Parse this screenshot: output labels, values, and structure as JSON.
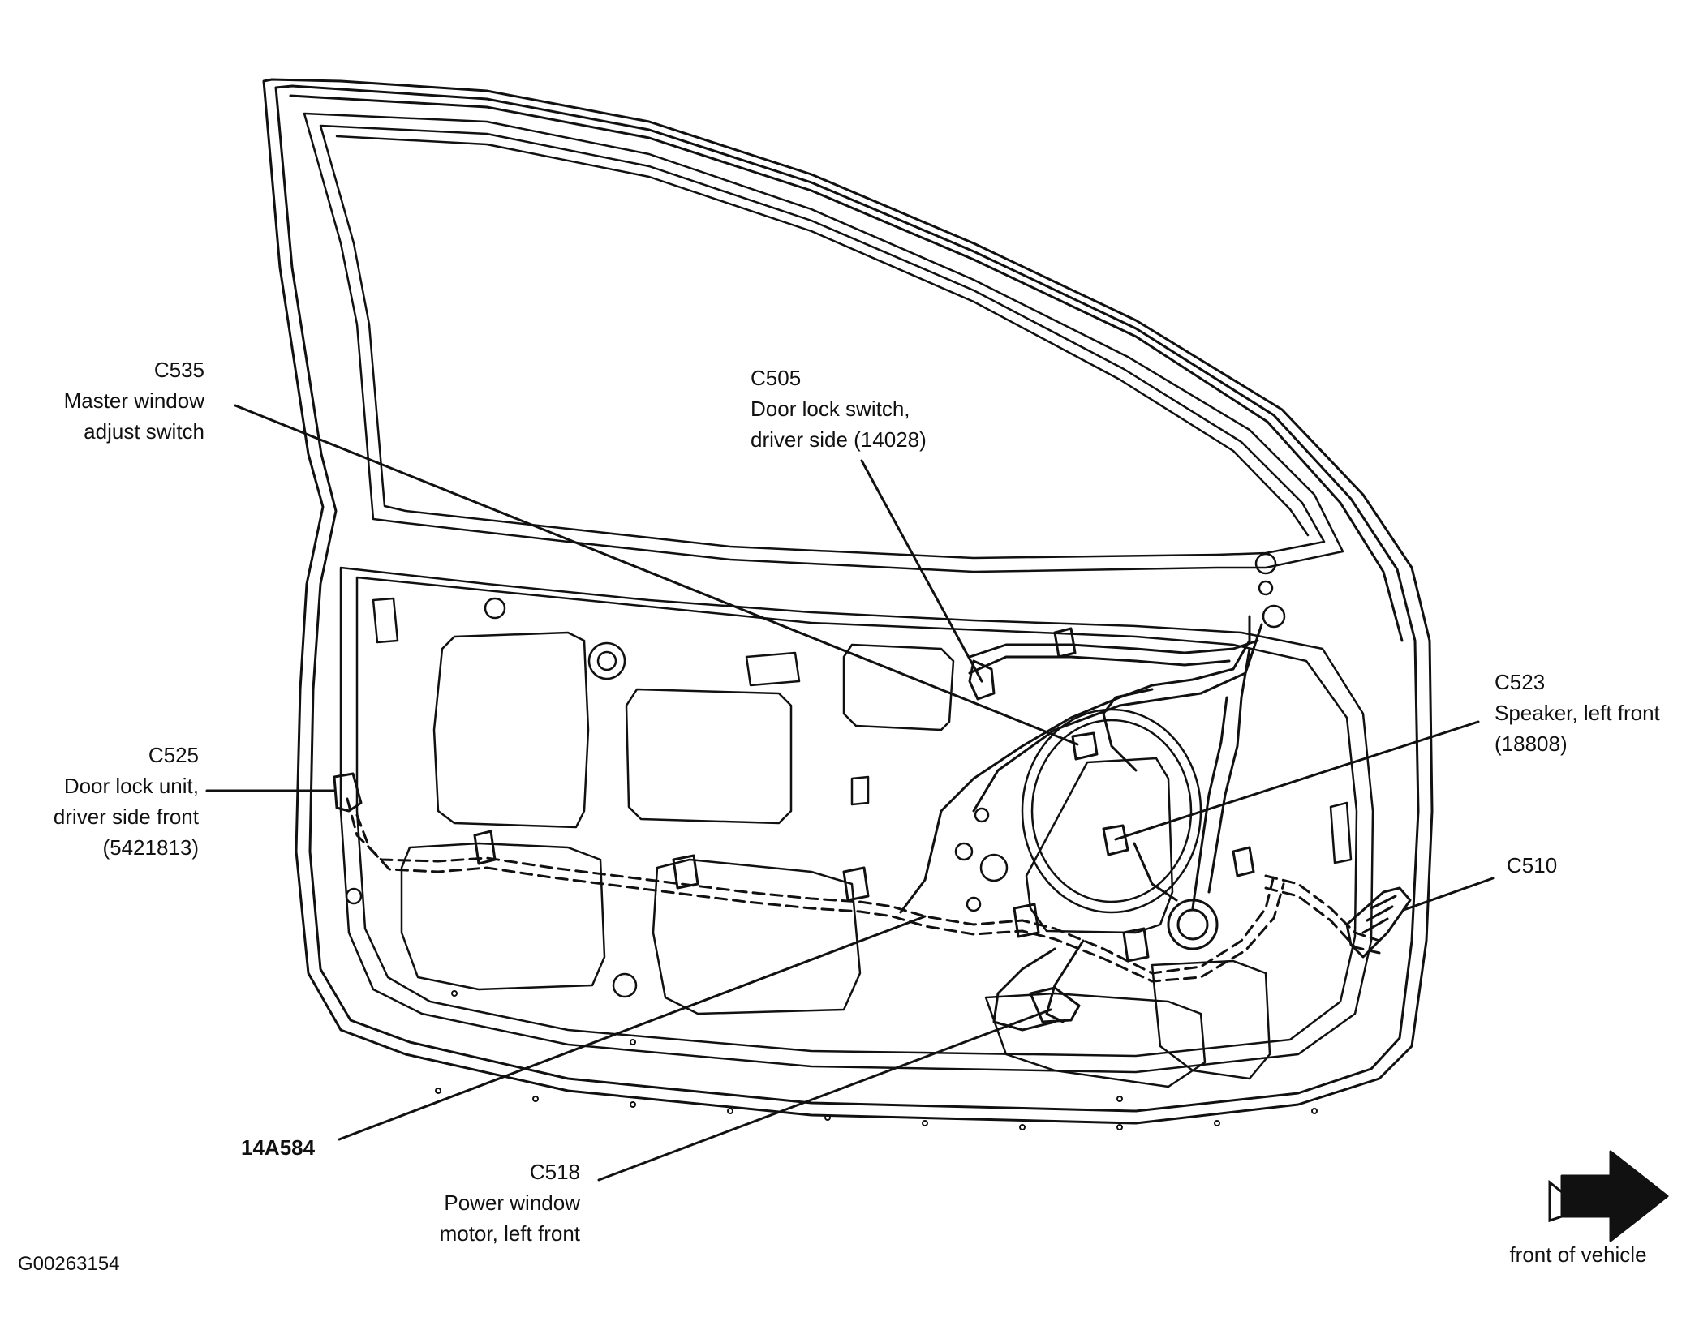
{
  "callouts": {
    "c535": {
      "id": "C535",
      "line1": "Master window",
      "line2": "adjust switch"
    },
    "c505": {
      "id": "C505",
      "line1": "Door lock switch,",
      "line2": "driver side (14028)"
    },
    "c523": {
      "id": "C523",
      "line1": "Speaker, left front",
      "line2": "(18808)"
    },
    "c525": {
      "id": "C525",
      "line1": "Door lock unit,",
      "line2": "driver side front",
      "line3": "(5421813)"
    },
    "c510": {
      "id": "C510"
    },
    "harness": {
      "id": "14A584"
    },
    "c518": {
      "id": "C518",
      "line1": "Power window",
      "line2": "motor, left front"
    }
  },
  "direction_label": "front of vehicle",
  "figure_id": "G00263154",
  "colors": {
    "ink": "#111111",
    "background": "#ffffff"
  },
  "icons": {
    "direction": "right-arrow-icon"
  }
}
